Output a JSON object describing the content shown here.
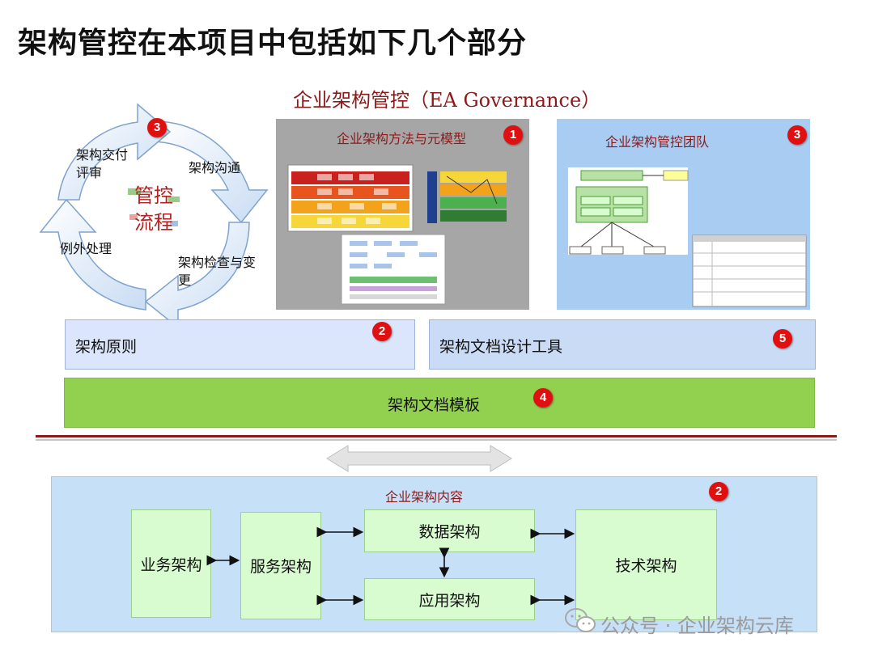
{
  "slide": {
    "title": "架构管控在本项目中包括如下几个部分",
    "subtitle": "企业架构管控（EA Governance）"
  },
  "cycle": {
    "center_line1": "管控",
    "center_line2": "流程",
    "badge": "3",
    "steps": [
      "架构交付评审",
      "架构沟通",
      "架构检查与变更",
      "例外处理"
    ]
  },
  "method_panel": {
    "title": "企业架构方法与元模型",
    "badge": "1"
  },
  "team_panel": {
    "title": "企业架构管控团队",
    "badge": "3"
  },
  "principles": {
    "label": "架构原则",
    "badge": "2"
  },
  "tools": {
    "label": "架构文档设计工具",
    "badge": "5"
  },
  "templates": {
    "label": "架构文档模板",
    "badge": "4"
  },
  "content": {
    "title": "企业架构内容",
    "badge": "2",
    "business": "业务架构",
    "service": "服务架构",
    "data": "数据架构",
    "application": "应用架构",
    "technology": "技术架构"
  },
  "watermark": "公众号 · 企业架构云库",
  "colors": {
    "accent_red": "#e01010",
    "title_red": "#8b1a1a",
    "green_bar": "#92d050",
    "content_bg": "#c5e0f7",
    "box_green": "#d9fbd0",
    "cycle_blue": "#c9dcf3"
  }
}
